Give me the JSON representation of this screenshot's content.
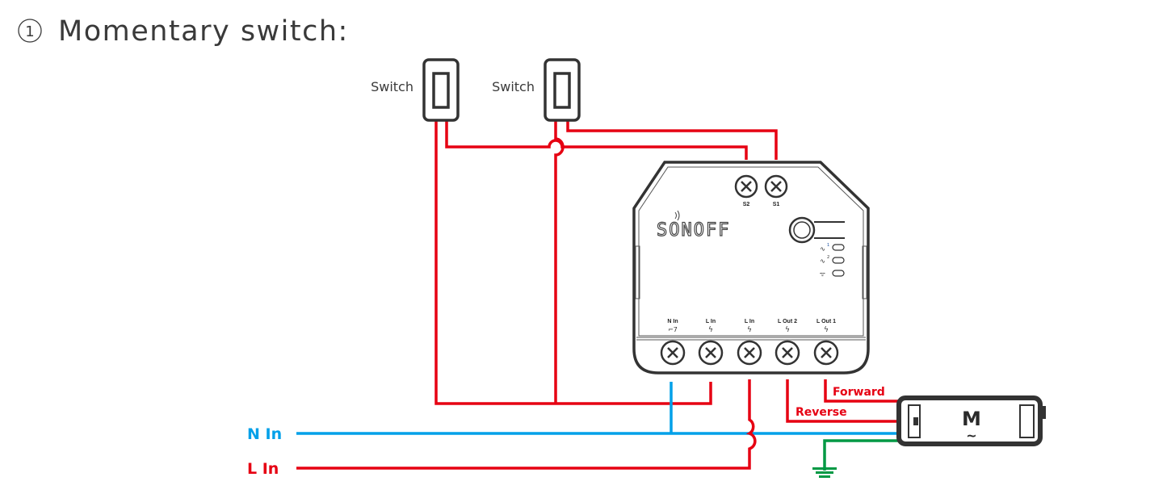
{
  "title": {
    "number": "①",
    "text": "Momentary switch:"
  },
  "switches": [
    {
      "label": "Switch"
    },
    {
      "label": "Switch"
    }
  ],
  "device": {
    "brand": "SONOFF",
    "top_terminals": [
      "S2",
      "S1"
    ],
    "bottom_terminals": [
      "N In",
      "L In",
      "L In",
      "L Out 2",
      "L Out 1"
    ],
    "indicators": [
      "channel-1",
      "channel-2",
      "wifi"
    ]
  },
  "lines": {
    "neutral_label": "N In",
    "live_label": "L In"
  },
  "motor": {
    "symbol": "M",
    "sub_symbol": "~",
    "forward_label": "Forward",
    "reverse_label": "Reverse"
  },
  "colors": {
    "live": "#e60012",
    "neutral": "#00a0e9",
    "ground": "#009944",
    "device_outline": "#333333",
    "text": "#3a3a3a"
  }
}
